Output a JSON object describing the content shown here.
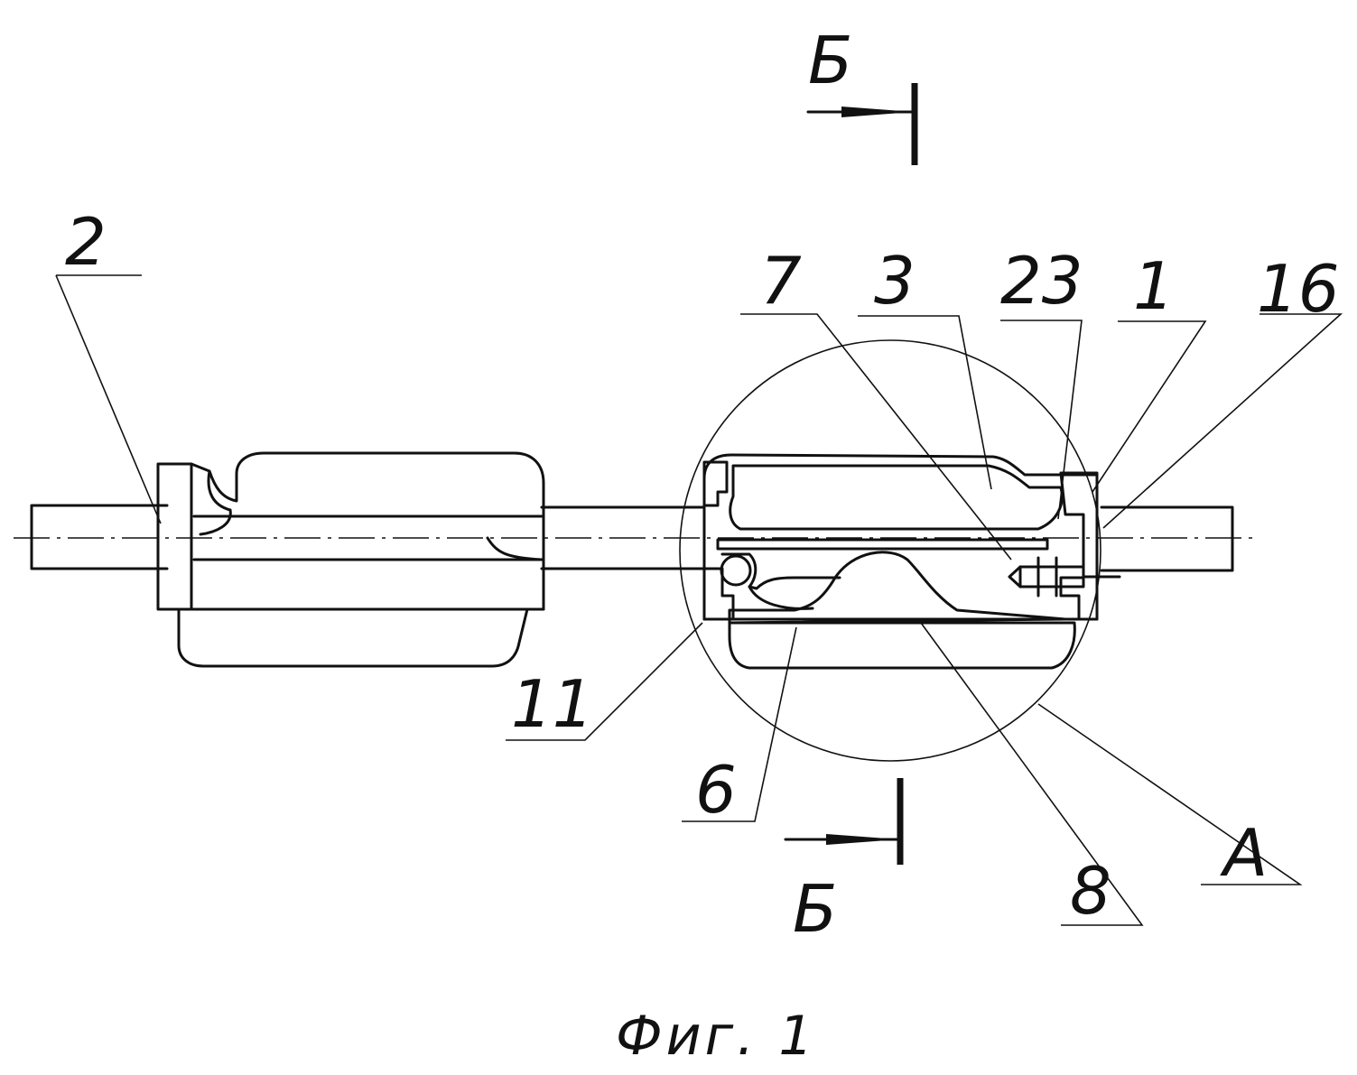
{
  "figure": {
    "caption": "Фиг. 1",
    "labels": {
      "part_2": "2",
      "part_7": "7",
      "part_3": "3",
      "part_23": "23",
      "part_1": "1",
      "part_16": "16",
      "part_11": "11",
      "part_6": "6",
      "part_8": "8",
      "detail_a": "А",
      "section_top": "Б",
      "section_bottom": "Б"
    },
    "colors": {
      "ink": "#111111",
      "paper": "#ffffff"
    }
  }
}
